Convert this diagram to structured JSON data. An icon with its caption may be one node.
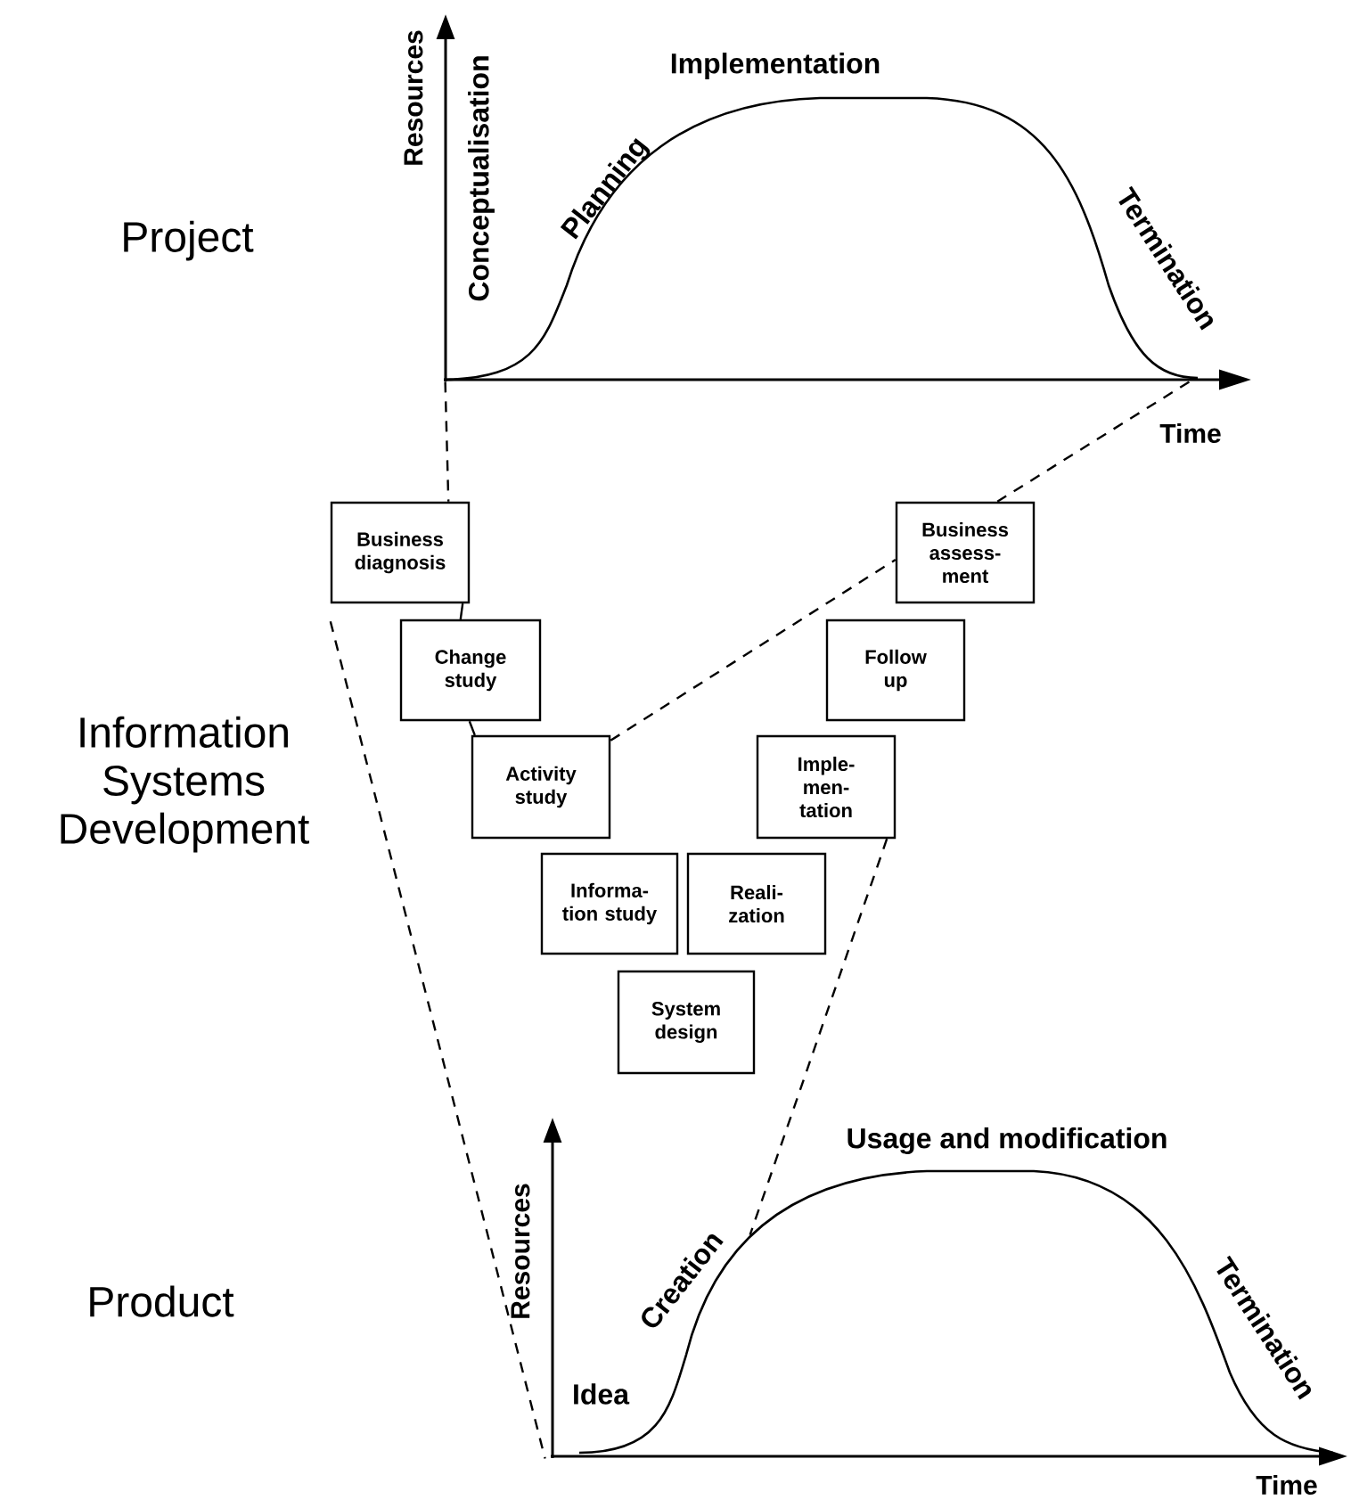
{
  "diagram": {
    "nodes": [
      {
        "text": [
          "Business diagnosis"
        ]
      },
      {
        "text": [
          "Change study"
        ]
      },
      {
        "text": [
          "Activity study"
        ]
      },
      {
        "text": [
          "Informa- tion study"
        ]
      },
      {
        "text": [
          "System design"
        ]
      },
      {
        "text": [
          "Reali- zation"
        ]
      },
      {
        "text": [
          "Imple- men- tation"
        ]
      },
      {
        "text": [
          "Follow up"
        ]
      },
      {
        "text": [
          "Business assess- ment"
        ]
      },
      {
        "text": [],
        "shape": "picture"
      },
      {
        "text": [],
        "shape": "picture"
      }
    ],
    "edges": [
      {
        "from": 9,
        "to": 0,
        "arrow": "none",
        "style": "dashed"
      },
      {
        "from": 0,
        "to": 1,
        "arrow": "none"
      },
      {
        "from": 1,
        "to": 2,
        "arrow": "none"
      },
      {
        "from": 2,
        "to": 8,
        "arrow": "none",
        "style": "dashed"
      },
      {
        "from": 9,
        "to": 8,
        "arrow": "none",
        "style": "dashed"
      },
      {
        "from": 0,
        "to": 10,
        "arrow": "none",
        "style": "dashed"
      },
      {
        "from": 6,
        "to": 10,
        "arrow": "none",
        "style": "dashed"
      }
    ],
    "labels": [
      "Resources",
      "Conceptualisation",
      "Implementation",
      "Planning",
      "Project",
      "Termination",
      "Time",
      "Information Systems Development",
      "Usage and modification",
      "Resources",
      "Creation",
      "Product",
      "Termination",
      "Idea",
      "Time"
    ]
  }
}
